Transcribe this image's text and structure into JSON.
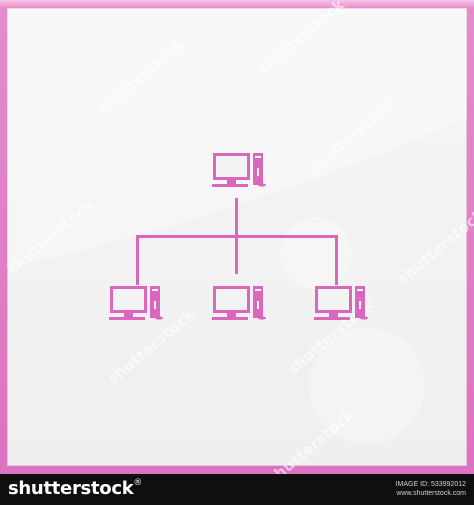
{
  "brand": {
    "name": "shutterstock",
    "registered_mark": "®"
  },
  "image_meta": {
    "label": "IMAGE ID: 533992012",
    "site": "www.shutterstock.com"
  },
  "watermark": {
    "text": "shutterstock"
  },
  "icon": {
    "name": "network-topology-icon",
    "color": "#d867bd",
    "frame_color": "#dc72c2",
    "computers": [
      "server-computer-icon",
      "client-computer-icon",
      "client-computer-icon",
      "client-computer-icon"
    ]
  }
}
